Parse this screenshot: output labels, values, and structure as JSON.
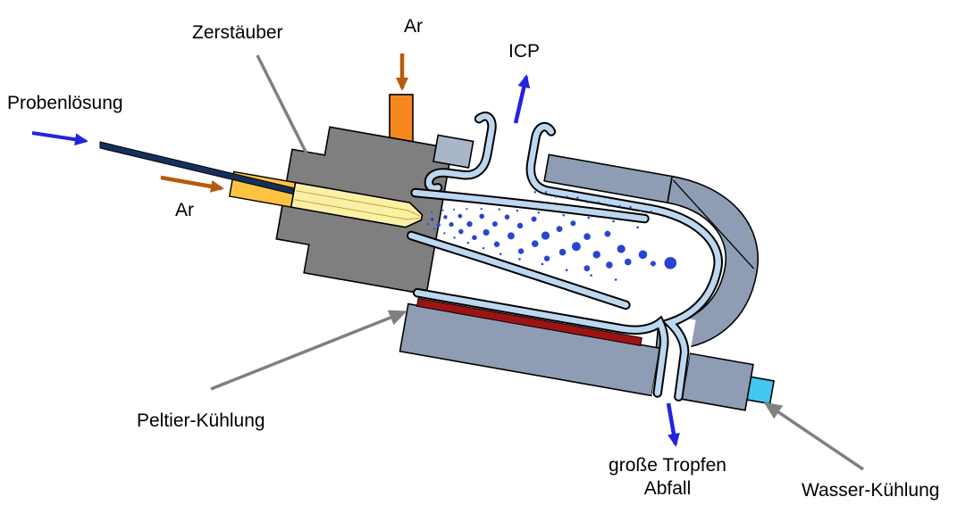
{
  "diagram": {
    "labels": {
      "sample_solution": "Probenlösung",
      "nebulizer": "Zerstäuber",
      "argon_top": "Ar",
      "argon_left": "Ar",
      "icp": "ICP",
      "peltier_cooling": "Peltier-Kühlung",
      "waste_line1": "große Tropfen",
      "waste_line2": "Abfall",
      "water_cooling": "Wasser-Kühlung"
    },
    "colors": {
      "arrow_blue": "#2323DF",
      "arrow_gray": "#808080",
      "arrow_brown": "#B85A0A",
      "droplet_blue": "#2845D2",
      "chamber_gray": "#8E9DB3",
      "chamber_gray_light": "#A9B6C7",
      "block_gray": "#7F7F7F",
      "tube_light_blue": "#BDD7EE",
      "nebulizer_pale_yellow": "#FBF0A8",
      "nebulizer_gold": "#FFC342",
      "argon_inlet_orange": "#F5871E",
      "capillary_navy": "#16305C",
      "peltier_red": "#9C1313",
      "water_cyan": "#41C7F0"
    }
  }
}
